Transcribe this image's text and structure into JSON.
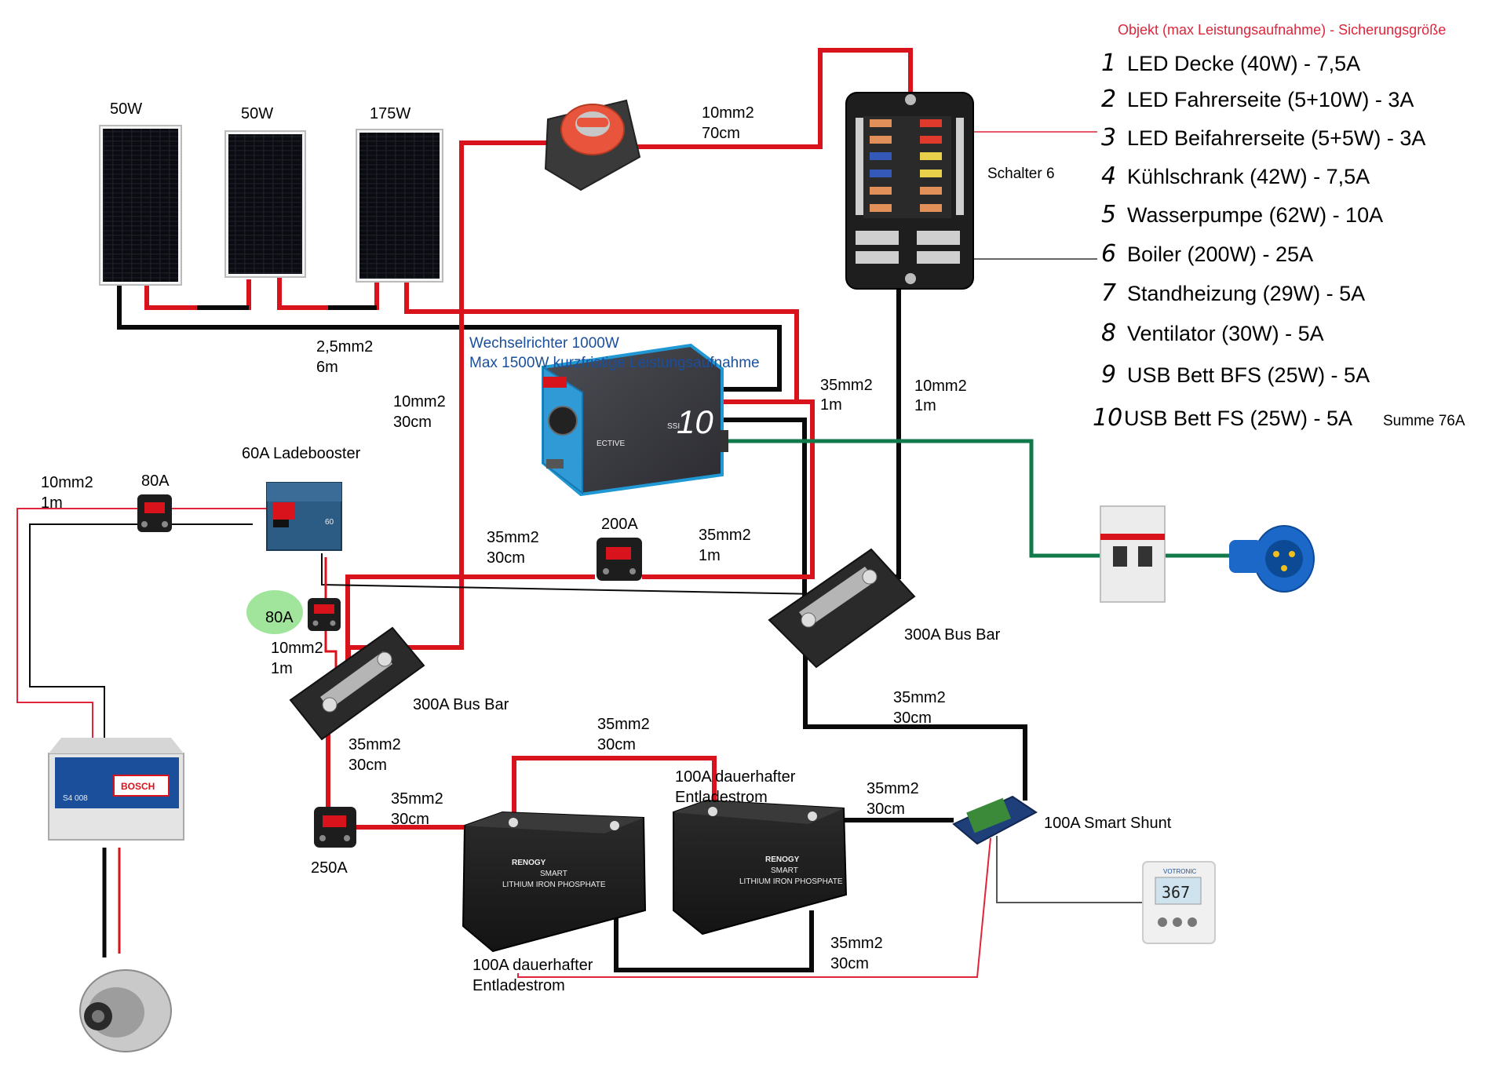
{
  "panels": {
    "p1_power": "50W",
    "p2_power": "50W",
    "p3_power": "175W"
  },
  "inverter": {
    "title": "Wechselrichter 1000W",
    "subtitle": "Max 1500W kurzfristige Leistungsaufnahme",
    "brand": "ECTIVE",
    "model": "10",
    "model_prefix": "SSI"
  },
  "fuse_box": {
    "switch_label": "Schalter 6"
  },
  "legend": {
    "header": "Objekt (max Leistungsaufnahme) - Sicherungsgröße",
    "items": [
      {
        "num": "1",
        "text": "LED Decke (40W) - 7,5A"
      },
      {
        "num": "2",
        "text": "LED Fahrerseite (5+10W) - 3A"
      },
      {
        "num": "3",
        "text": "LED Beifahrerseite (5+5W) - 3A"
      },
      {
        "num": "4",
        "text": "Kühlschrank (42W) - 7,5A"
      },
      {
        "num": "5",
        "text": "Wasserpumpe (62W) - 10A"
      },
      {
        "num": "6",
        "text": "Boiler (200W) - 25A"
      },
      {
        "num": "7",
        "text": "Standheizung (29W) - 5A"
      },
      {
        "num": "8",
        "text": "Ventilator (30W) - 5A"
      },
      {
        "num": "9",
        "text": "USB Bett BFS (25W) - 5A"
      },
      {
        "num": "10",
        "text": "USB Bett FS (25W) - 5A"
      }
    ],
    "sum": "Summe 76A"
  },
  "cables": {
    "solar_cable_size": "2,5mm2",
    "solar_cable_len": "6m",
    "switch_cable_size": "10mm2",
    "switch_cable_len": "70cm",
    "fusebox_cable_size": "10mm2",
    "fusebox_cable_len": "1m",
    "inverter_cable_size": "35mm2",
    "inverter_cable_len": "1m",
    "solar_to_bus_size": "10mm2",
    "solar_to_bus_len": "30cm",
    "starter_cable_size": "10mm2",
    "starter_cable_len": "1m",
    "busleft_to_fuse200_size": "35mm2",
    "busleft_to_fuse200_len": "30cm",
    "fuse200_to_inverter_size": "35mm2",
    "fuse200_to_inverter_len": "1m",
    "booster_cable_size": "10mm2",
    "booster_cable_len": "1m",
    "busright_to_shunt_size": "35mm2",
    "busright_to_shunt_len": "30cm",
    "busleft_to_fuse250_size": "35mm2",
    "busleft_to_fuse250_len": "30cm",
    "fuse250_to_battery_size": "35mm2",
    "fuse250_to_battery_len": "30cm",
    "battery_link_top_size": "35mm2",
    "battery_link_top_len": "30cm",
    "battery_to_shunt_size": "35mm2",
    "battery_to_shunt_len": "30cm",
    "battery_link_bottom_size": "35mm2",
    "battery_link_bottom_len": "30cm"
  },
  "components": {
    "booster": "60A Ladebooster",
    "booster_model": "60",
    "fuse_80a_top": "80A",
    "fuse_80a_bottom": "80A",
    "fuse_200a": "200A",
    "fuse_250a": "250A",
    "busbar_left": "300A Bus Bar",
    "busbar_right": "300A Bus Bar",
    "battery1_spec": "100A dauerhafter Entladestrom",
    "battery2_spec": "100A dauerhafter Entladestrom",
    "battery1_spec_l1": "100A dauerhafter",
    "battery1_spec_l2": "Entladestrom",
    "battery2_spec_l1": "100A dauerhafter",
    "battery2_spec_l2": "Entladestrom",
    "battery_brand": "RENOGY",
    "battery_line1": "SMART",
    "battery_line2": "LITHIUM IRON PHOSPHATE",
    "shunt": "100A Smart Shunt",
    "monitor_value": "367",
    "monitor_brand": "VOTRONIC",
    "starter_battery_brand": "BOSCH",
    "starter_battery_model": "S4 008"
  },
  "colors": {
    "positive": "#d8131b",
    "negative": "#0a0a0a",
    "ac": "#127a4a",
    "thin_line": "#e0243a",
    "inverter_body": "#1f98d4",
    "highlight": "#8fe08a"
  }
}
